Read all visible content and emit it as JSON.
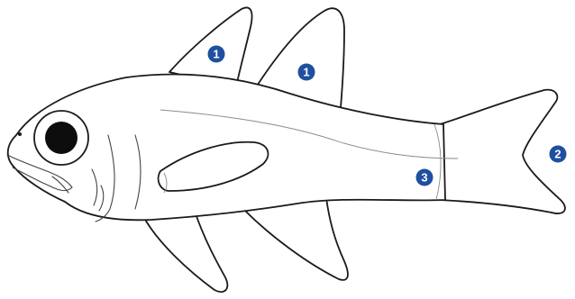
{
  "markers": [
    {
      "id": "marker-1-first-dorsal",
      "label": "1"
    },
    {
      "id": "marker-1-second-dorsal",
      "label": "1"
    },
    {
      "id": "marker-2-caudal",
      "label": "2"
    },
    {
      "id": "marker-3-peduncle",
      "label": "3"
    }
  ],
  "colors": {
    "marker_fill": "#1f4fa0",
    "outline": "#1a1a1a",
    "background": "#ffffff"
  }
}
